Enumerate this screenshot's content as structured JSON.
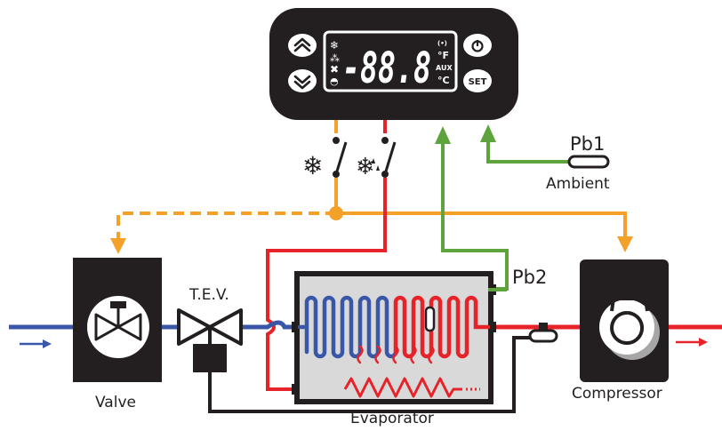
{
  "controller": {
    "display_value": "-88.8",
    "indicator_top": "(•)",
    "unit_f": "°F",
    "aux_label": "AUX",
    "unit_c": "°C",
    "set_button_label": "SET",
    "icons": [
      "snowflake-icon",
      "defrost-icon",
      "fan-icon",
      "alarm-bell-icon",
      "up-chevron-icon",
      "down-chevron-icon",
      "power-icon"
    ]
  },
  "labels": {
    "pb1": "Pb1",
    "ambient": "Ambient",
    "pb2": "Pb2",
    "tev": "T.E.V.",
    "valve": "Valve",
    "evaporator": "Evaporator",
    "compressor": "Compressor"
  },
  "relay_icons": [
    "snowflake-icon",
    "defrost-icon"
  ],
  "colors": {
    "orange": "#f4a12a",
    "red": "#e7232a",
    "green": "#5da43c",
    "blue": "#3a57a7",
    "dark": "#231f20",
    "evaporator_fill": "#d9d9d9"
  }
}
